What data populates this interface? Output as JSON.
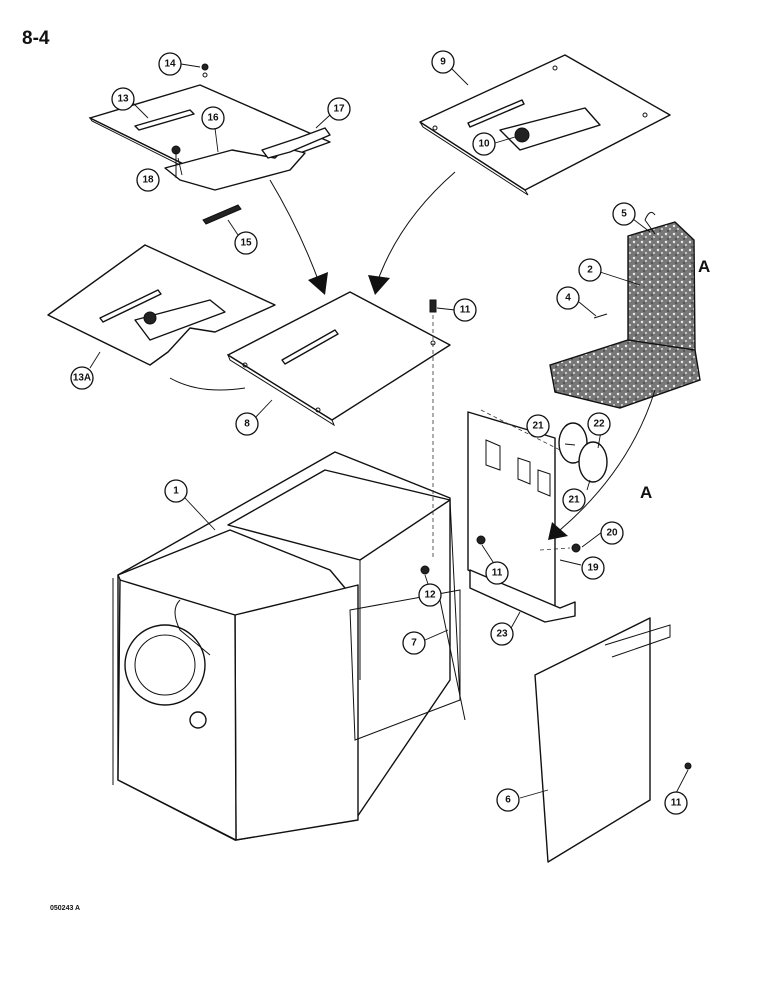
{
  "page_label": "8-4",
  "figure_code": "050243 A",
  "reference_letter": "A",
  "callouts": [
    "1",
    "2",
    "4",
    "5",
    "6",
    "7",
    "8",
    "9",
    "10",
    "11",
    "12",
    "13",
    "13A",
    "14",
    "15",
    "16",
    "17",
    "18",
    "19",
    "20",
    "21",
    "22",
    "23"
  ]
}
